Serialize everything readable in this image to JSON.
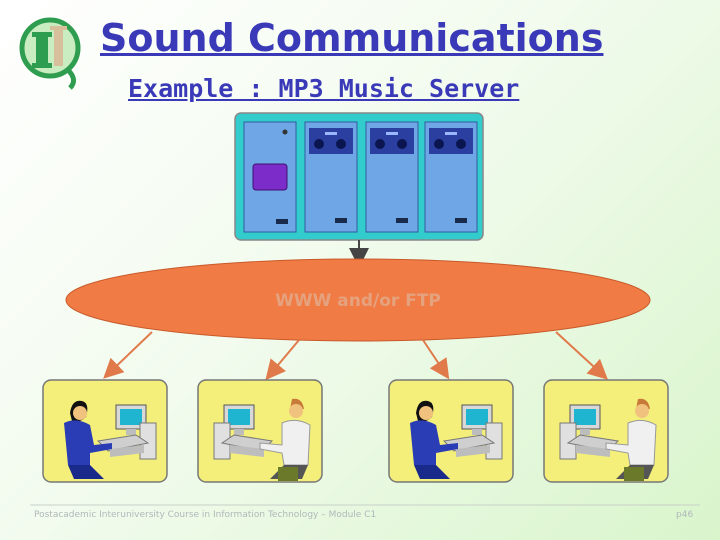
{
  "slide": {
    "title": "Sound Communications",
    "subtitle": "Example  : MP3 Music Server",
    "footer": "Postacademic Interuniversity Course in Information Technology – Module C1",
    "page": "p46"
  },
  "diagram": {
    "network_label": "WWW and/or FTP",
    "colors": {
      "server_frame": "#33cccc",
      "server_unit": "#6fa6e6",
      "network": "#f07b45",
      "network_text": "#e09070",
      "client_box": "#f3ef7a",
      "arrow": "#e07a4a",
      "title": "#3a3ab8"
    },
    "clients": [
      {
        "figure": "woman-at-computer-icon"
      },
      {
        "figure": "man-at-computer-icon"
      },
      {
        "figure": "woman-at-computer-icon"
      },
      {
        "figure": "man-at-computer-icon"
      }
    ]
  },
  "logo": {
    "icon": "university-logo-icon"
  }
}
